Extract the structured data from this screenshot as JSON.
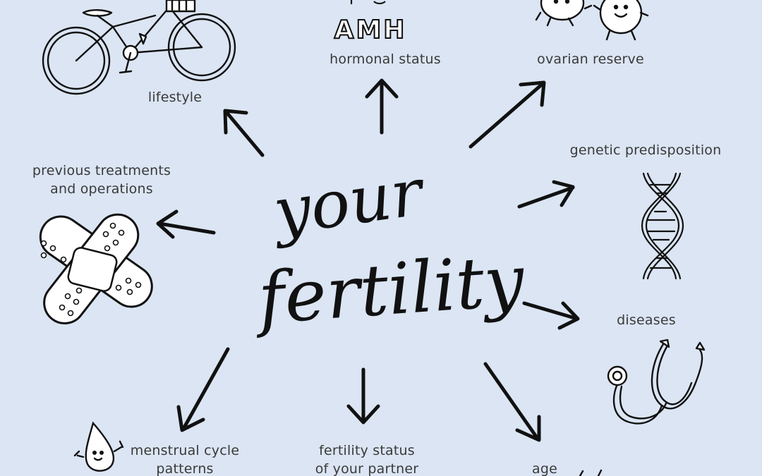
{
  "center": {
    "line1": "your",
    "line2": "fertility"
  },
  "factors": {
    "hormonal_status": "hormonal status",
    "amh_text": "AMH",
    "ovarian_reserve": "ovarian reserve",
    "lifestyle": "lifestyle",
    "genetic": "genetic predisposition",
    "previous_treatments": {
      "line1": "previous treatments",
      "line2": "and operations"
    },
    "diseases": "diseases",
    "menstrual": {
      "line1": "menstrual cycle",
      "line2": "patterns"
    },
    "partner": {
      "line1": "fertility status",
      "line2": "of your partner"
    },
    "age": "age"
  },
  "colors": {
    "background": "#dbe5f3",
    "ink": "#111111",
    "label_text": "#3a3a3a",
    "sketch_fill": "#ffffff"
  },
  "icons": [
    "bicycle-icon",
    "amh-letters-icon",
    "egg-cells-icon",
    "dna-icon",
    "bandage-icon",
    "stethoscope-icon",
    "droplet-icon"
  ]
}
